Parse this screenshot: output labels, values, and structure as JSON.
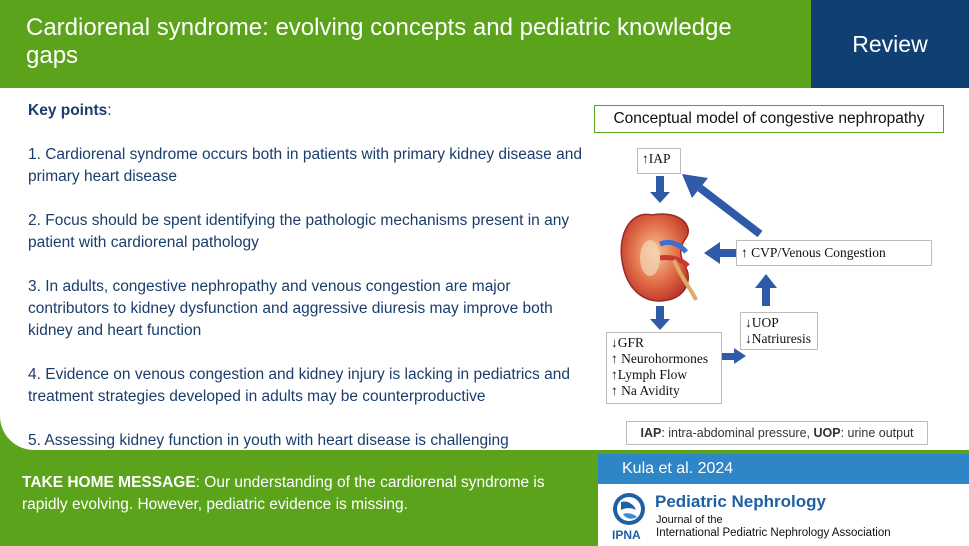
{
  "header": {
    "title": "Cardiorenal syndrome: evolving concepts and pediatric knowledge gaps",
    "badge": "Review"
  },
  "key_points": {
    "heading": "Key points",
    "colon": ":",
    "items": [
      "1. Cardiorenal syndrome occurs both in patients with primary kidney disease and primary heart disease",
      "2. Focus should be spent identifying the pathologic mechanisms present in any patient with cardiorenal pathology",
      "3. In adults, congestive nephropathy and venous congestion are major contributors to kidney dysfunction and aggressive diuresis may improve both kidney and heart function",
      "4. Evidence on venous congestion and kidney injury is lacking in pediatrics and treatment strategies developed in adults may be counterproductive",
      "5. Assessing kidney function in youth with heart disease is challenging"
    ]
  },
  "diagram": {
    "title": "Conceptual model of congestive nephropathy",
    "iap": "↑IAP",
    "cvp": "↑ CVP/Venous Congestion",
    "uop": [
      "↓UOP",
      "↓Natriuresis"
    ],
    "gfr": [
      "↓GFR",
      "↑ Neurohormones",
      "↑Lymph Flow",
      "↑ Na Avidity"
    ],
    "abbreviations": {
      "iap_term": "IAP",
      "iap_def": ": intra-abdominal pressure, ",
      "uop_term": "UOP",
      "uop_def": ": urine output"
    },
    "colors": {
      "arrow": "#2f5aa8",
      "kidney": "#d9573a",
      "accent": "#5aa31a"
    }
  },
  "take_home": {
    "label": "TAKE HOME MESSAGE",
    "text": ": Our understanding of the cardiorenal syndrome is rapidly evolving. However, pediatric evidence is missing."
  },
  "citation": "Kula et al. 2024",
  "journal": {
    "name": "Pediatric Nephrology",
    "line1": "Journal of the",
    "line2": "International Pediatric Nephrology Association",
    "logo_text": "IPNA",
    "logo_icon": "globe-logo-icon"
  },
  "colors": {
    "green": "#5aa31a",
    "navy": "#0f3f73",
    "blue": "#2f86c6",
    "text": "#1a3d6b"
  }
}
